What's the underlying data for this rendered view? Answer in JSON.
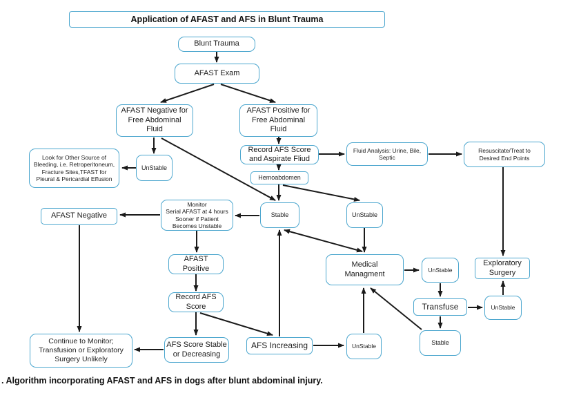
{
  "diagram": {
    "title": "Application of AFAST and AFS in Blunt Trauma",
    "caption": ". Algorithm incorporating AFAST and AFS in dogs after blunt abdominal injury.",
    "colors": {
      "box_border": "#4BA6CE",
      "arrow": "#1A1A1A",
      "text": "#1B1B1B",
      "background": "#FFFFFF"
    },
    "nodes": {
      "blunt_trauma": "Blunt Trauma",
      "afast_exam": "AFAST Exam",
      "afast_neg_fluid": "AFAST Negative for\nFree Abdominal\nFluid",
      "afast_pos_fluid": "AFAST Positive for\nFree Abdominal\nFluid",
      "look_other_source": "Look for Other Source of\nBleeding, i.e. Retroperitoneum,\nFracture Sites,TFAST for\nPleural & Pericardial Effusion",
      "unstable_1": "UnStable",
      "record_afs_aspirate": "Record AFS Score\nand Aspirate Fliud",
      "fluid_analysis": "Fluid Analysis: Urine, Bile,\nSeptic",
      "resuscitate": "Resuscitate/Treat to\nDesired End Points",
      "hemoabdomen": "Hemoabdomen",
      "afast_negative": "AFAST Negative",
      "monitor": "Monitor\nSerial AFAST at 4 hours\nSooner if Patient\nBecomes Unstable",
      "stable_mid": "Stable",
      "unstable_mid": "UnStable",
      "afast_positive": "AFAST\nPositive",
      "record_afs_score": "Record AFS\nScore",
      "medical_mgmt": "Medical\nManagment",
      "unstable_mm": "UnStable",
      "exploratory_surgery": "Exploratory\nSurgery",
      "transfuse": "Transfuse",
      "unstable_tr": "UnStable",
      "continue_monitor": "Continue to Monitor;\nTransfusion or Exploratory\nSurgery Unlikely",
      "afs_stable_dec": "AFS Score Stable\nor Decreasing",
      "afs_increasing": "AFS Increasing",
      "unstable_bottom": "UnStable",
      "stable_bottom": "Stable"
    },
    "edges": [
      {
        "from": "blunt_trauma",
        "to": "afast_exam"
      },
      {
        "from": "afast_exam",
        "to": "afast_neg_fluid"
      },
      {
        "from": "afast_exam",
        "to": "afast_pos_fluid"
      },
      {
        "from": "afast_neg_fluid",
        "to": "unstable_1"
      },
      {
        "from": "afast_neg_fluid",
        "to": "stable_mid"
      },
      {
        "from": "unstable_1",
        "to": "look_other_source"
      },
      {
        "from": "afast_pos_fluid",
        "to": "record_afs_aspirate"
      },
      {
        "from": "record_afs_aspirate",
        "to": "fluid_analysis"
      },
      {
        "from": "fluid_analysis",
        "to": "resuscitate"
      },
      {
        "from": "record_afs_aspirate",
        "to": "hemoabdomen"
      },
      {
        "from": "hemoabdomen",
        "to": "stable_mid"
      },
      {
        "from": "hemoabdomen",
        "to": "unstable_mid"
      },
      {
        "from": "resuscitate",
        "to": "exploratory_surgery"
      },
      {
        "from": "unstable_mid",
        "to": "medical_mgmt"
      },
      {
        "from": "stable_mid",
        "to": "monitor"
      },
      {
        "from": "monitor",
        "to": "afast_negative"
      },
      {
        "from": "monitor",
        "to": "afast_positive"
      },
      {
        "from": "afast_positive",
        "to": "record_afs_score"
      },
      {
        "from": "record_afs_score",
        "to": "afs_stable_dec"
      },
      {
        "from": "record_afs_score",
        "to": "afs_increasing"
      },
      {
        "from": "afs_increasing",
        "to": "stable_mid"
      },
      {
        "from": "medical_mgmt",
        "to": "stable_mid",
        "bidirectional": true
      },
      {
        "from": "afs_increasing",
        "to": "unstable_bottom"
      },
      {
        "from": "unstable_bottom",
        "to": "medical_mgmt"
      },
      {
        "from": "stable_bottom",
        "to": "medical_mgmt"
      },
      {
        "from": "medical_mgmt",
        "to": "unstable_mm"
      },
      {
        "from": "unstable_mm",
        "to": "transfuse"
      },
      {
        "from": "transfuse",
        "to": "stable_bottom"
      },
      {
        "from": "transfuse",
        "to": "unstable_tr"
      },
      {
        "from": "unstable_tr",
        "to": "exploratory_surgery"
      },
      {
        "from": "afs_stable_dec",
        "to": "continue_monitor"
      },
      {
        "from": "afast_negative",
        "to": "continue_monitor"
      }
    ]
  }
}
